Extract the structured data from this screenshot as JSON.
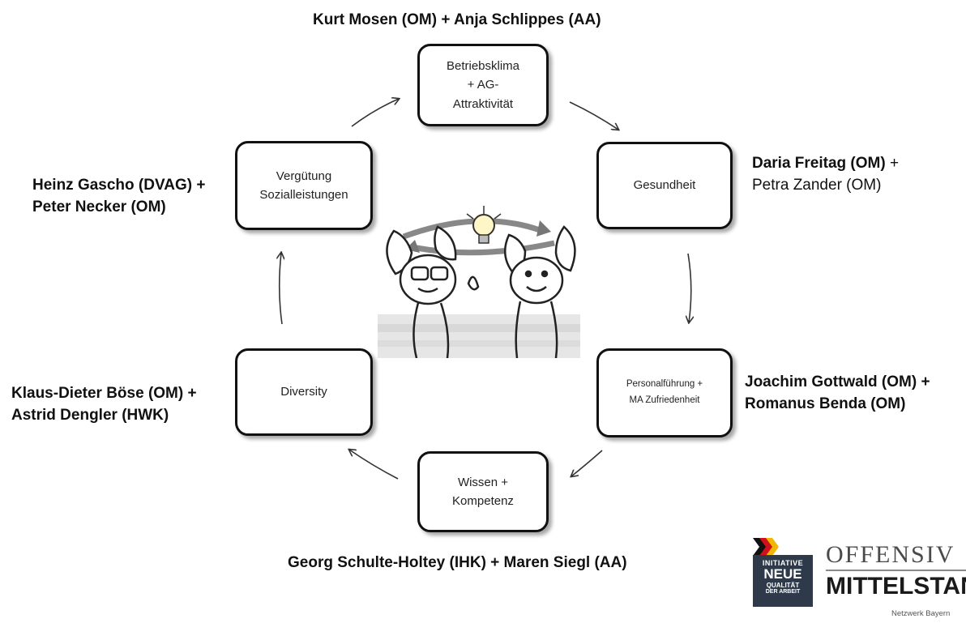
{
  "boxes": {
    "top": [
      "Betriebsklima",
      "+ AG-",
      "Attraktivität"
    ],
    "right": [
      "Gesundheit"
    ],
    "bottom_right": [
      "Personalführung  +",
      "MA Zufriedenheit"
    ],
    "bottom": [
      "Wissen +",
      "Kompetenz"
    ],
    "left_lower": [
      "Diversity"
    ],
    "left_upper": [
      "Vergütung",
      "Sozialleistungen"
    ]
  },
  "people": {
    "top": "Kurt Mosen (OM) +  Anja Schlippes (AA)",
    "right_line1": "Daria Freitag (OM)",
    "right_plus": " +",
    "right_line2": "Petra Zander (OM)",
    "bottom_right_line1": "Joachim Gottwald (OM) +",
    "bottom_right_line2": "Romanus Benda (OM)",
    "bottom": "Georg Schulte-Holtey (IHK) + Maren Siegl (AA)",
    "left_lower_line1": "Klaus-Dieter Böse (OM) +",
    "left_lower_line2": "Astrid Dengler (HWK)",
    "left_upper_line1": "Heinz Gascho (DVAG) +",
    "left_upper_line2": "Peter Necker (OM)"
  },
  "logo": {
    "badge": [
      "INITIATIVE",
      "NEUE",
      "QUALITÄT",
      "DER ARBEIT"
    ],
    "line1": "OFFENSIV",
    "line2": "MITTELSTAN",
    "line3": "Netzwerk Bayern"
  },
  "colors": {
    "box_border": "#111111",
    "badge_bg": "#2e3a4a",
    "flag_black": "#111111",
    "flag_red": "#d0111b",
    "flag_gold": "#f2b705"
  }
}
